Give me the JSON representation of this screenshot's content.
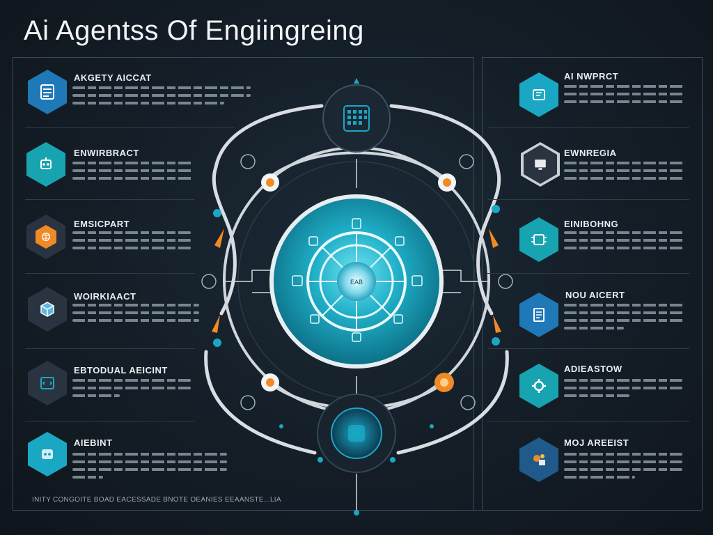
{
  "title": "Ai Agentss   Of Engiingreing",
  "colors": {
    "cyan": "#1aa7c4",
    "orange": "#f08a24",
    "teal": "#17a3b0",
    "dark_hex": "#2a3440",
    "line": "#cfd6dc"
  },
  "left_items": [
    {
      "title": "AKGETY AICCAT",
      "icon": "server-icon",
      "hex_color": "#1f78b8"
    },
    {
      "title": "ENWIRBRACT",
      "icon": "robot-icon",
      "hex_color": "#17a3b0"
    },
    {
      "title": "EMSICPART",
      "icon": "brain-icon",
      "hex_color": "#f08a24"
    },
    {
      "title": "WOIRKIAACT",
      "icon": "cube-icon",
      "hex_color": "#2a3440"
    },
    {
      "title": "EBTODUAL AEICINT",
      "icon": "code-icon",
      "hex_color": "#2a3440"
    },
    {
      "title": "AIEBINT",
      "icon": "network-icon",
      "hex_color": "#1aa7c4"
    }
  ],
  "right_items": [
    {
      "title": "AI NWPRCT",
      "icon": "chip-icon",
      "hex_color": "#1aa7c4"
    },
    {
      "title": "EWNREGIA",
      "icon": "monitor-icon",
      "hex_color": "#2a3440"
    },
    {
      "title": "EINIBOHNG",
      "icon": "circuit-icon",
      "hex_color": "#17a3b0"
    },
    {
      "title": "NOU AICERT",
      "icon": "document-icon",
      "hex_color": "#1f78b8"
    },
    {
      "title": "ADIEASTOW",
      "icon": "gear-icon",
      "hex_color": "#17a3b0"
    },
    {
      "title": "MOJ AREEIST",
      "icon": "tools-icon",
      "hex_color": "#1f5a8a"
    }
  ],
  "hub_label": "EAB",
  "footer": "INITY  CONGOITE  BOAD  EACESSADE  BNOTE  OEANIES  EEAANSTE...LIA"
}
